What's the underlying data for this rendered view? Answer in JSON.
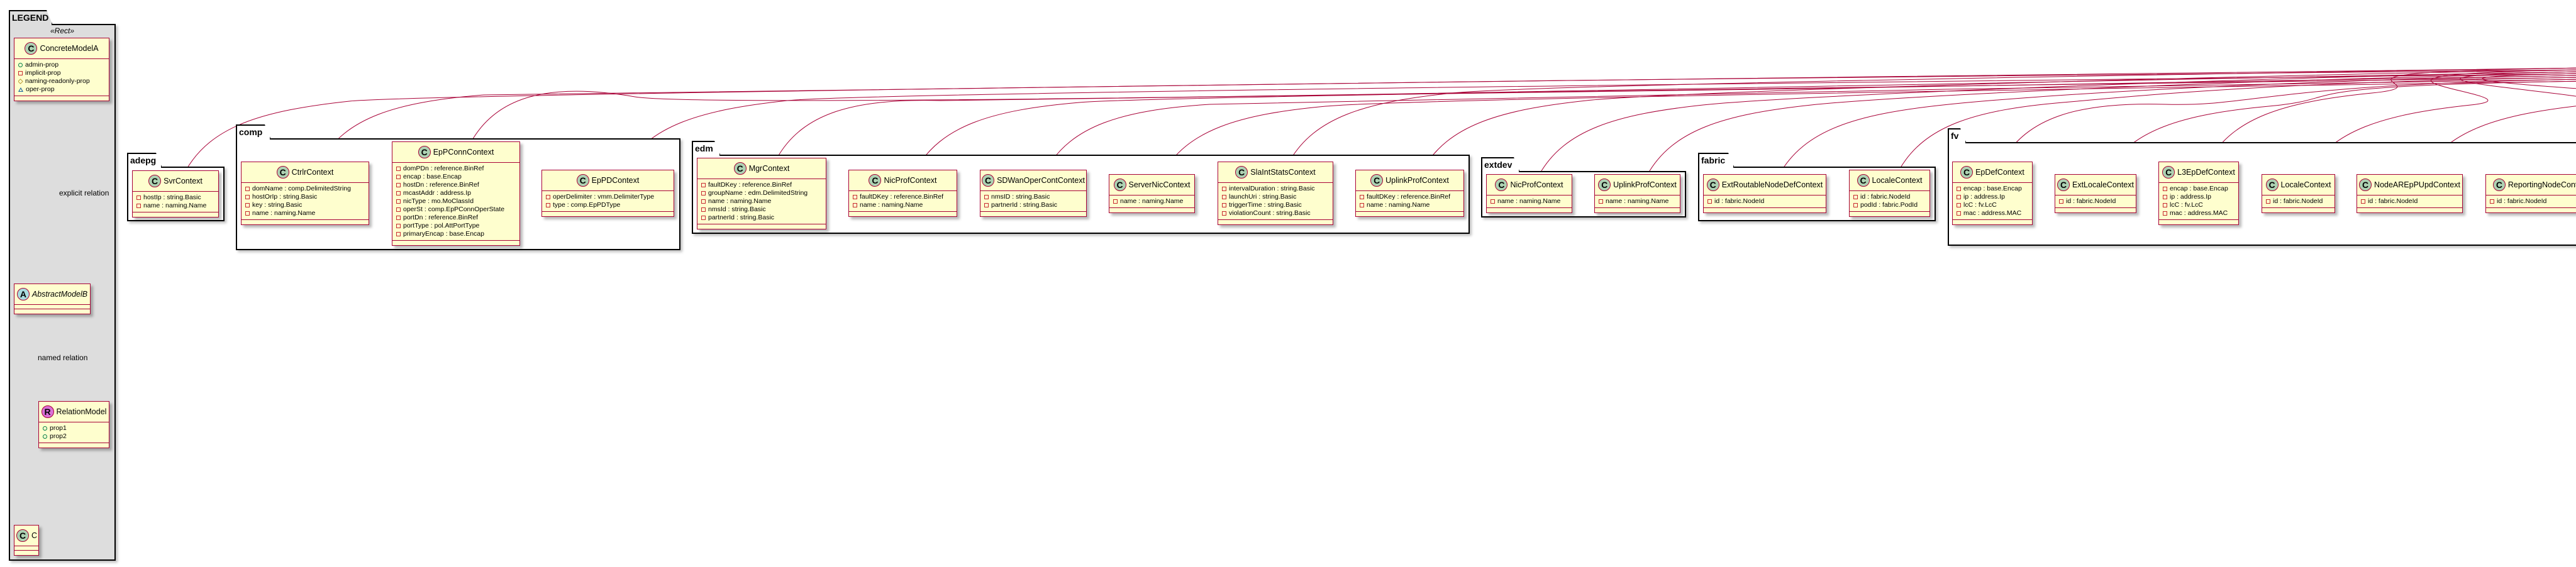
{
  "legend": {
    "title": "LEGEND",
    "stereotype": "«Rect»",
    "concrete": {
      "name": "ConcreteModelA",
      "attrs": [
        {
          "vis": "public",
          "text": "admin-prop"
        },
        {
          "vis": "private",
          "text": "implicit-prop"
        },
        {
          "vis": "protected",
          "text": "naming-readonly-prop"
        },
        {
          "vis": "package",
          "text": "oper-prop"
        }
      ]
    },
    "abstract": {
      "name": "AbstractModelB"
    },
    "relation": {
      "name": "RelationModel",
      "attrs": [
        {
          "vis": "public",
          "text": "prop1"
        },
        {
          "vis": "public",
          "text": "prop2"
        }
      ]
    },
    "c": {
      "name": "C"
    },
    "explicit_label": "explicit relation",
    "named_label": "named relation"
  },
  "packages": [
    {
      "name": "adepg",
      "classes": [
        {
          "name": "SvrContext",
          "attrs": [
            "hostIp : string.Basic",
            "name : naming.Name"
          ]
        }
      ]
    },
    {
      "name": "comp",
      "classes": [
        {
          "name": "CtrlrContext",
          "attrs": [
            "domName : comp.DelimitedString",
            "hostOrIp : string.Basic",
            "key : string.Basic",
            "name : naming.Name"
          ]
        },
        {
          "name": "EpPConnContext",
          "attrs": [
            "domPDn : reference.BinRef",
            "encap : base.Encap",
            "hostDn : reference.BinRef",
            "mcastAddr : address.Ip",
            "nicType : mo.MoClassId",
            "operSt : comp.EpPConnOperState",
            "portDn : reference.BinRef",
            "portType : pol.AttPortType",
            "primaryEncap : base.Encap"
          ]
        },
        {
          "name": "EpPDContext",
          "attrs": [
            "operDelimiter : vmm.DelimiterType",
            "type : comp.EpPDType"
          ]
        }
      ]
    },
    {
      "name": "edm",
      "classes": [
        {
          "name": "MgrContext",
          "attrs": [
            "faultDKey : reference.BinRef",
            "groupName : edm.DelimitedString",
            "name : naming.Name",
            "nmsId : string.Basic",
            "partnerId : string.Basic"
          ]
        },
        {
          "name": "NicProfContext",
          "attrs": [
            "faultDKey : reference.BinRef",
            "name : naming.Name"
          ]
        },
        {
          "name": "SDWanOperContContext",
          "attrs": [
            "nmsID : string.Basic",
            "partnerId : string.Basic"
          ]
        },
        {
          "name": "ServerNicContext",
          "attrs": [
            "name : naming.Name"
          ]
        },
        {
          "name": "SlaIntStatsContext",
          "attrs": [
            "intervalDuration : string.Basic",
            "launchUri : string.Basic",
            "triggerTime : string.Basic",
            "violationCount : string.Basic"
          ]
        },
        {
          "name": "UplinkProfContext",
          "attrs": [
            "faultDKey : reference.BinRef",
            "name : naming.Name"
          ]
        }
      ]
    },
    {
      "name": "extdev",
      "classes": [
        {
          "name": "NicProfContext",
          "attrs": [
            "name : naming.Name"
          ]
        },
        {
          "name": "UplinkProfContext",
          "attrs": [
            "name : naming.Name"
          ]
        }
      ]
    },
    {
      "name": "fabric",
      "classes": [
        {
          "name": "ExtRoutableNodeDefContext",
          "attrs": [
            "id : fabric.NodeId"
          ]
        },
        {
          "name": "LocaleContext",
          "attrs": [
            "id : fabric.NodeId",
            "podId : fabric.PodId"
          ]
        }
      ]
    },
    {
      "name": "fv",
      "classes": [
        {
          "name": "EpDefContext",
          "attrs": [
            "encap : base.Encap",
            "ip : address.Ip",
            "lcC : fv.LcC",
            "mac : address.MAC"
          ]
        },
        {
          "name": "ExtLocaleContext",
          "attrs": [
            "id : fabric.NodeId"
          ]
        },
        {
          "name": "L3EpDefContext",
          "attrs": [
            "encap : base.Encap",
            "ip : address.Ip",
            "lcC : fv.LcC",
            "mac : address.MAC"
          ]
        },
        {
          "name": "LocaleContext",
          "attrs": [
            "id : fabric.NodeId"
          ]
        },
        {
          "name": "NodeAREpPUpdContext",
          "attrs": [
            "id : fabric.NodeId"
          ]
        },
        {
          "name": "ReportingNodeContext",
          "attrs": [
            "id : fabric.NodeId"
          ]
        }
      ]
    }
  ],
  "colors": {
    "border": "#A80036",
    "class_fill": "#FEFECE",
    "class_icon": "#ADD1B2",
    "legend_fill": "#DDDDDD"
  }
}
